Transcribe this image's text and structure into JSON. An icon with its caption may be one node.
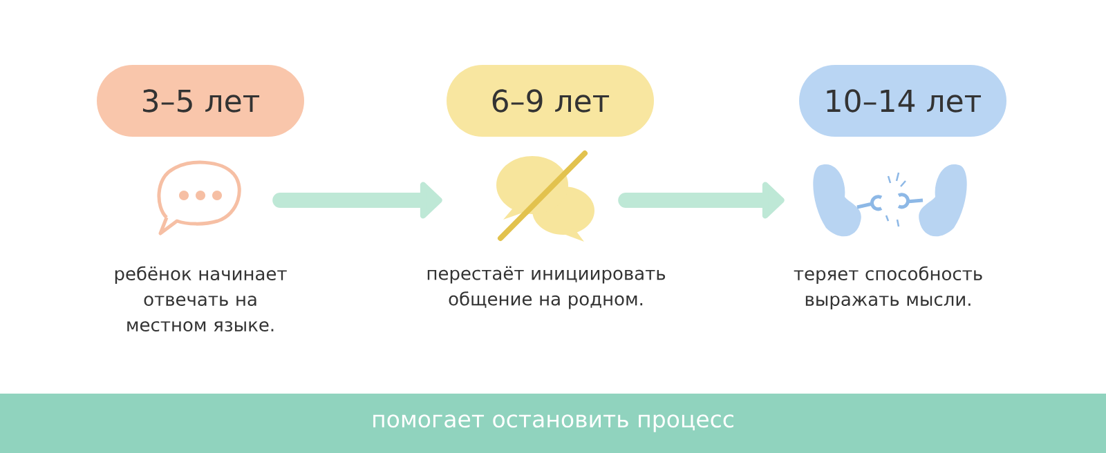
{
  "diagram": {
    "nodes": [
      {
        "text": [
          "3–5 лет"
        ]
      },
      {
        "text": [],
        "shape": "picture",
        "beside": [
          "ребёнок начинает отвечать на местном языке."
        ]
      },
      {
        "text": [
          "6–9 лет"
        ]
      },
      {
        "text": [],
        "shape": "picture",
        "beside": [
          "перестаёт инициировать общение на родном."
        ]
      },
      {
        "text": [
          "10–14 лет"
        ]
      },
      {
        "text": [],
        "shape": "picture",
        "beside": [
          "теряет способность выражать мысли."
        ]
      },
      {
        "text": [
          "помогает остановить процесс"
        ]
      }
    ],
    "edges": [
      {
        "from": 1,
        "to": 3,
        "arrow": "to"
      },
      {
        "from": 3,
        "to": 5,
        "arrow": "to"
      }
    ]
  }
}
